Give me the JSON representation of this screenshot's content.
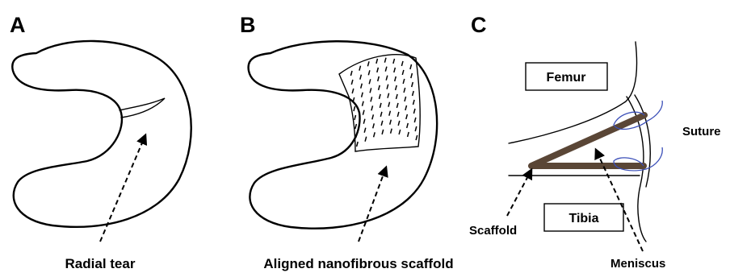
{
  "panels": {
    "a": {
      "letter": "A",
      "caption": "Radial tear"
    },
    "b": {
      "letter": "B",
      "caption": "Aligned nanofibrous scaffold"
    },
    "c": {
      "letter": "C",
      "labels": {
        "femur": "Femur",
        "tibia": "Tibia",
        "suture": "Suture",
        "scaffold": "Scaffold",
        "meniscus": "Meniscus"
      }
    }
  },
  "colors": {
    "scaffold_strip": "#5a4636",
    "suture": "#3b4fb8",
    "line": "#000000"
  }
}
